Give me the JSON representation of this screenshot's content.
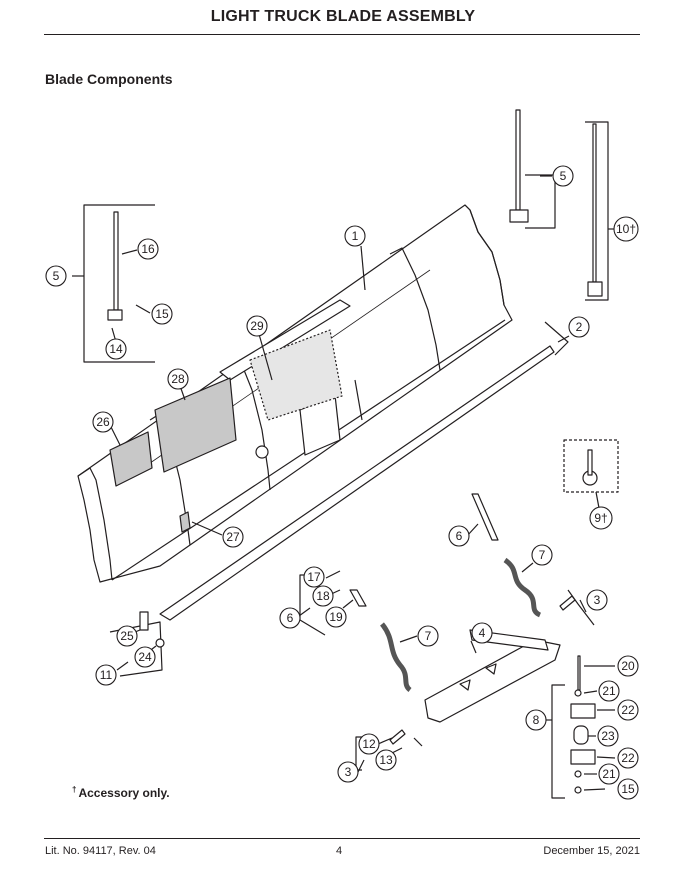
{
  "header": {
    "title": "LIGHT TRUCK BLADE ASSEMBLY"
  },
  "section": {
    "title": "Blade Components"
  },
  "footnote": {
    "mark": "†",
    "text": "Accessory only."
  },
  "footer": {
    "lit_no": "Lit. No. 94117, Rev. 04",
    "page": "4",
    "date": "December 15, 2021"
  },
  "callouts": [
    {
      "label": "1"
    },
    {
      "label": "2"
    },
    {
      "label": "3"
    },
    {
      "label": "3"
    },
    {
      "label": "4"
    },
    {
      "label": "5"
    },
    {
      "label": "5"
    },
    {
      "label": "6"
    },
    {
      "label": "6"
    },
    {
      "label": "7"
    },
    {
      "label": "7"
    },
    {
      "label": "8"
    },
    {
      "label": "9†"
    },
    {
      "label": "10†"
    },
    {
      "label": "11"
    },
    {
      "label": "12"
    },
    {
      "label": "13"
    },
    {
      "label": "14"
    },
    {
      "label": "15"
    },
    {
      "label": "15"
    },
    {
      "label": "16"
    },
    {
      "label": "17"
    },
    {
      "label": "18"
    },
    {
      "label": "19"
    },
    {
      "label": "20"
    },
    {
      "label": "21"
    },
    {
      "label": "21"
    },
    {
      "label": "22"
    },
    {
      "label": "22"
    },
    {
      "label": "23"
    },
    {
      "label": "24"
    },
    {
      "label": "25"
    },
    {
      "label": "26"
    },
    {
      "label": "27"
    },
    {
      "label": "28"
    },
    {
      "label": "29"
    }
  ]
}
